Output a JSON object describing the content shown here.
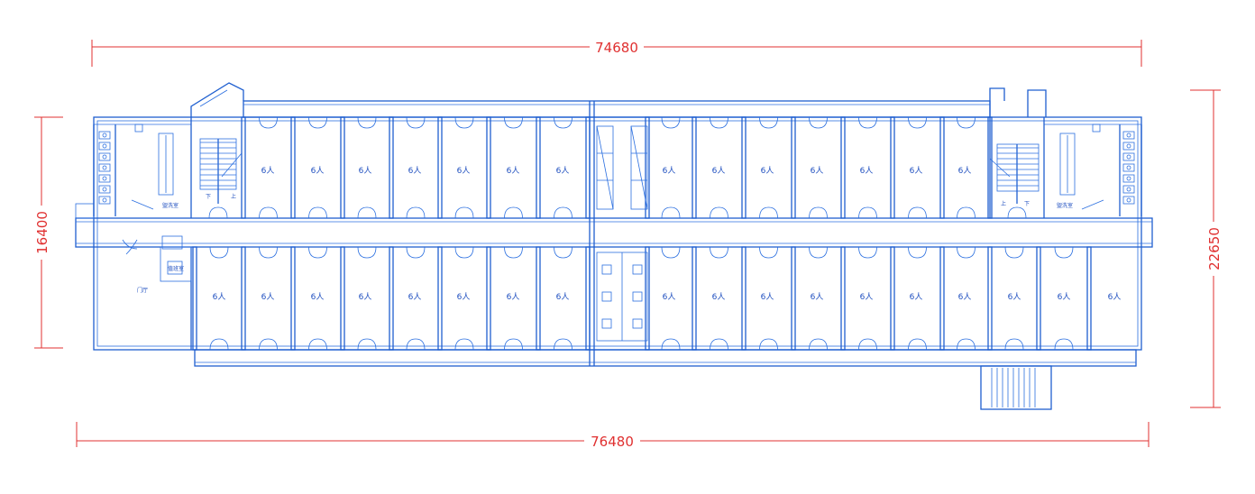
{
  "dimensions": {
    "top_width": "74680",
    "bottom_width": "76480",
    "left_height": "16400",
    "right_height": "22650"
  },
  "room_label": "6人",
  "stair_labels": {
    "up": "上",
    "down": "下"
  },
  "colors": {
    "walls": "#1f5fd0",
    "dimensions": "#e03030"
  }
}
